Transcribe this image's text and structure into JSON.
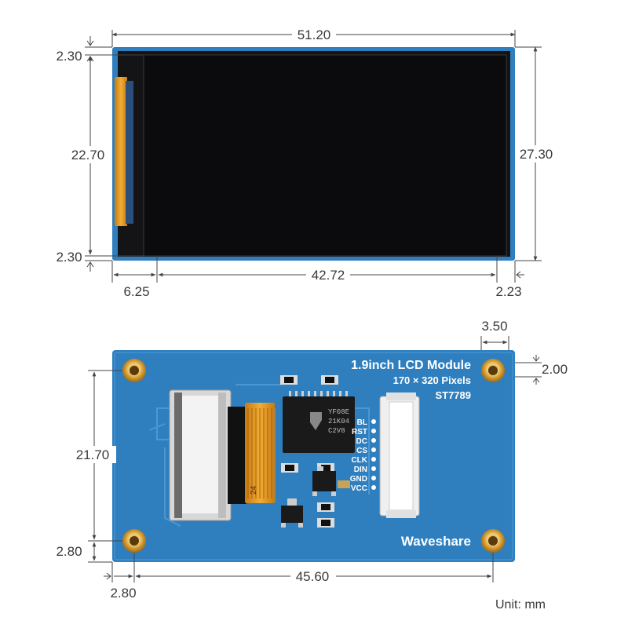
{
  "top_view": {
    "dimensions": {
      "overall_width": "51.20",
      "overall_height": "27.30",
      "active_area_height": "22.70",
      "top_margin": "2.30",
      "bottom_margin": "2.30",
      "left_offset": "6.25",
      "active_area_width": "42.72",
      "right_offset": "2.23"
    }
  },
  "bottom_view": {
    "title": "1.9inch LCD Module",
    "resolution": "170 × 320 Pixels",
    "driver": "ST7789",
    "brand": "Waveshare",
    "ic_marking": [
      "YF08E",
      "21K04",
      "C2V8"
    ],
    "ffc_number": "24",
    "pins": [
      "BL",
      "RST",
      "DC",
      "CS",
      "CLK",
      "DIN",
      "GND",
      "VCC"
    ],
    "dimensions": {
      "edge_to_right_hole": "3.50",
      "hole_top_offset": "2.00",
      "hole_vertical_spacing": "21.70",
      "hole_bottom_offset": "2.80",
      "hole_left_offset": "2.80",
      "hole_horizontal_spacing": "45.60"
    }
  },
  "unit_label": "Unit: mm",
  "colors": {
    "pcb": "#2f7fbf",
    "screen": "#0b0b0d",
    "fpc": "#e89a1c",
    "gold": "#d9a233",
    "dimension_line": "#444444"
  }
}
